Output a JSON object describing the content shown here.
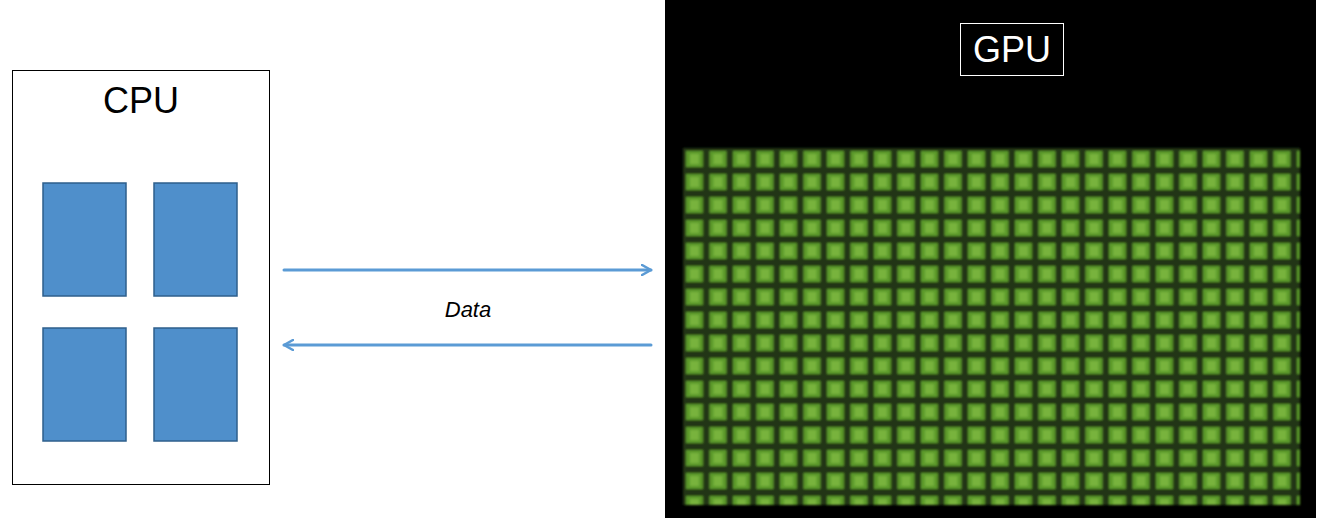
{
  "diagram": {
    "nodes": [
      {
        "text": [
          "CPU"
        ]
      },
      {
        "text": [
          "GPU"
        ]
      }
    ],
    "edges": [
      {
        "from": 0,
        "to": 1,
        "arrow": "to"
      },
      {
        "from": 1,
        "to": 0,
        "arrow": "to"
      }
    ],
    "labels": [
      "Data"
    ]
  }
}
